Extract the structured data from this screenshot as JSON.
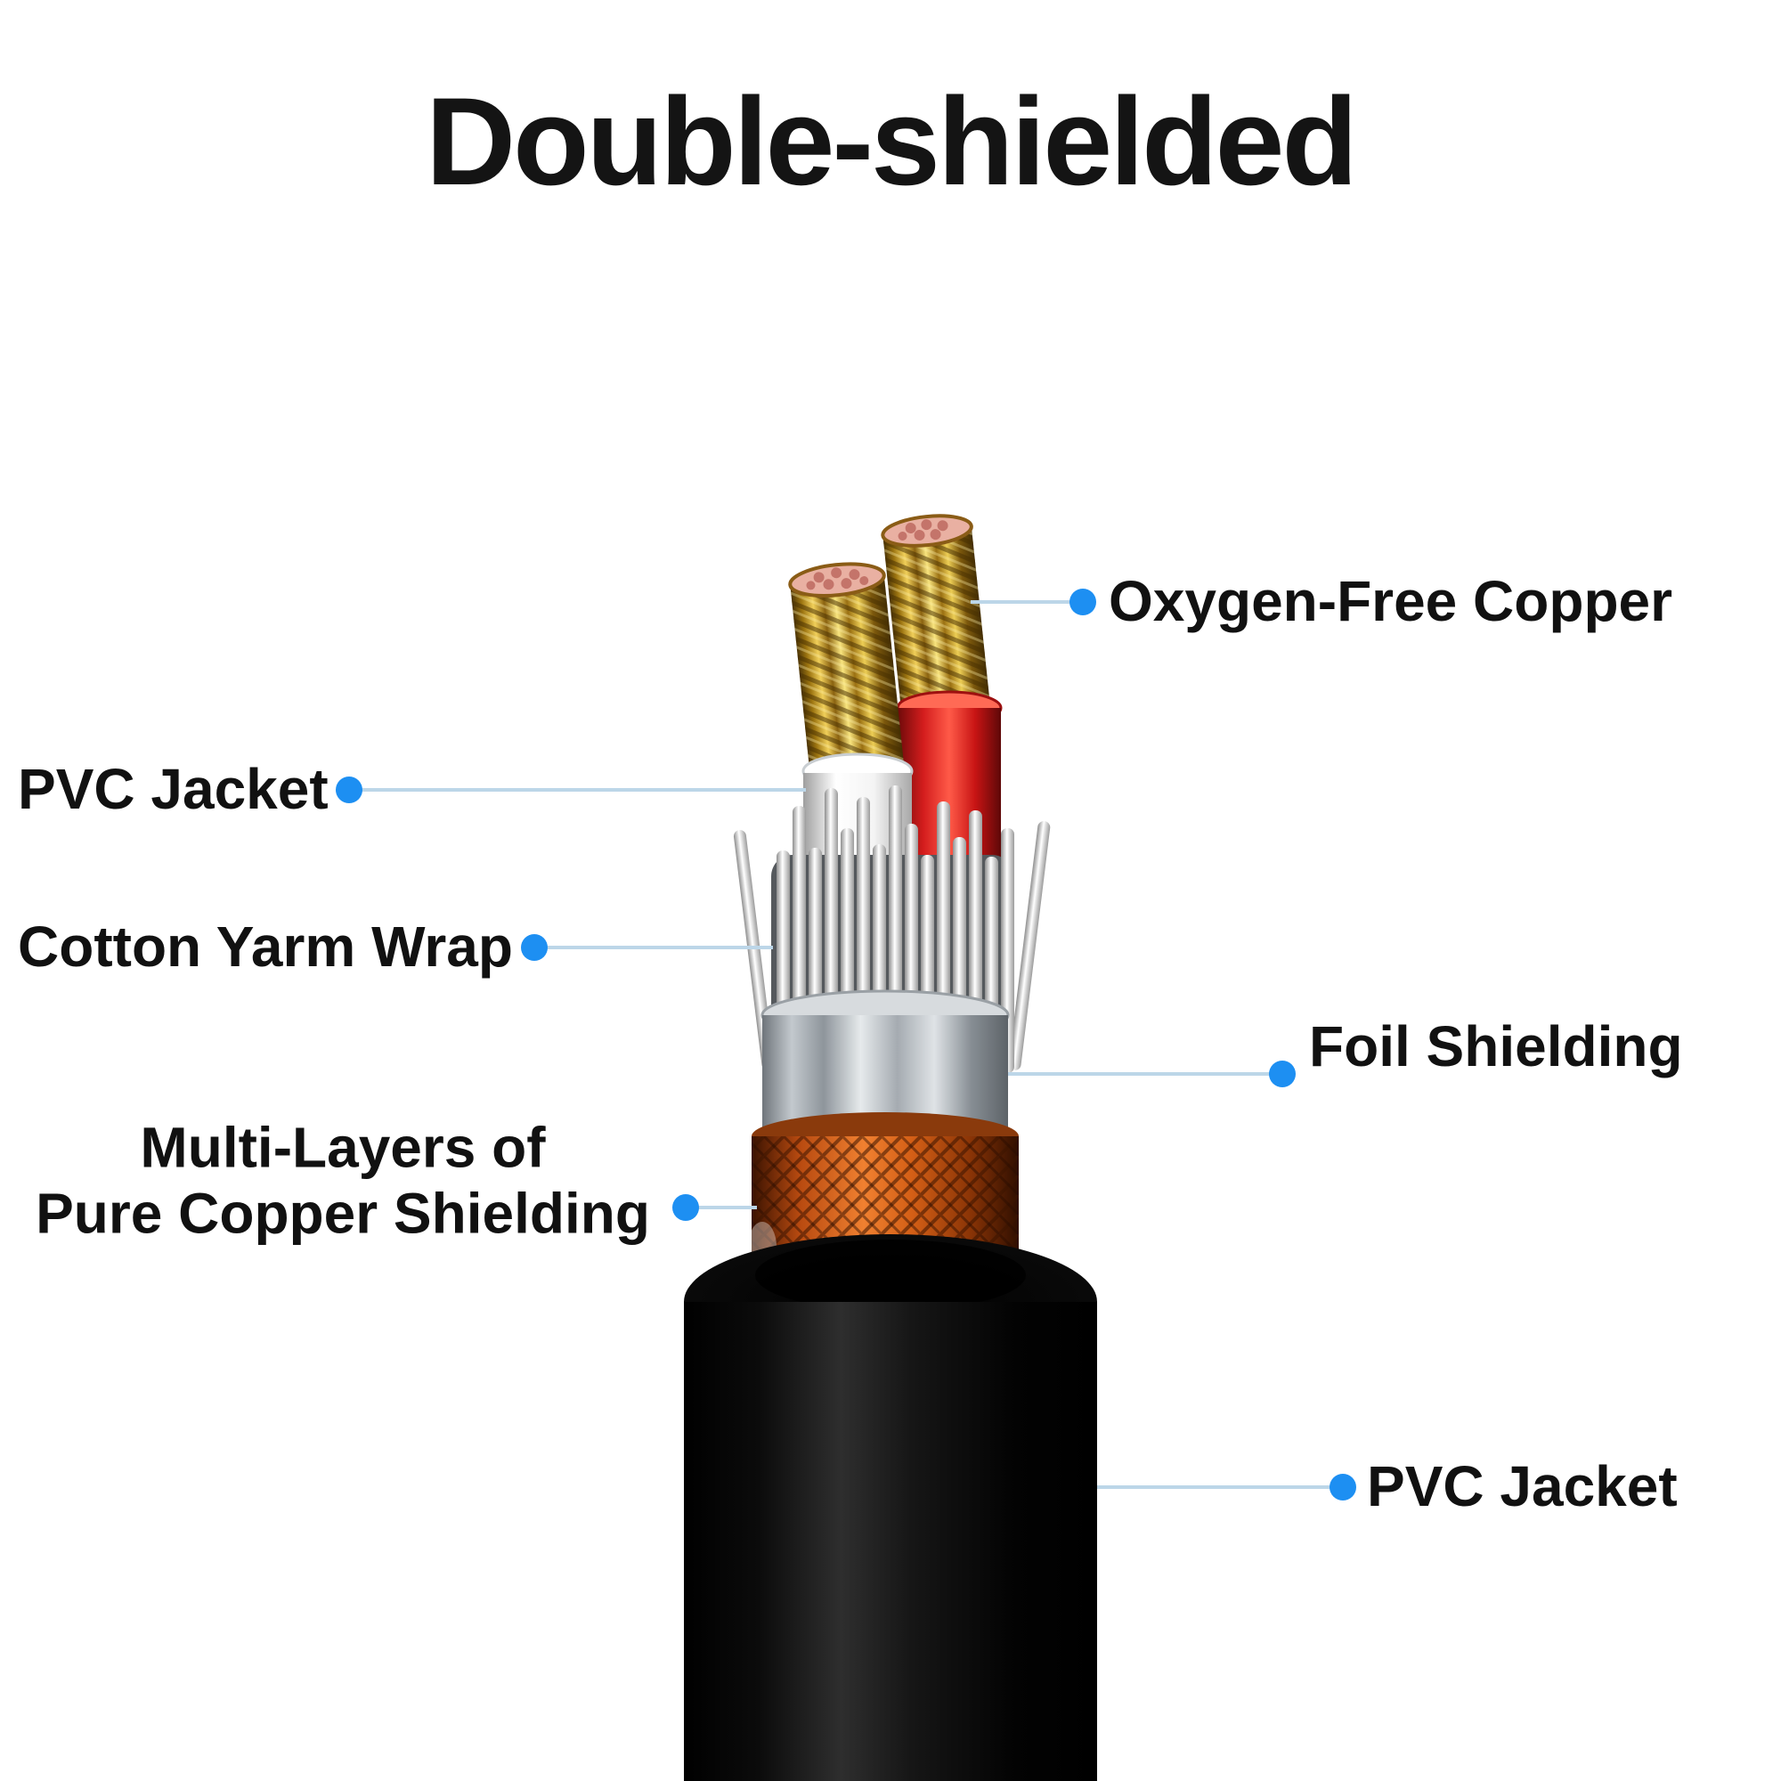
{
  "title": "Double-shielded",
  "labels": {
    "oxygen_free_copper": "Oxygen-Free Copper",
    "pvc_jacket_inner": "PVC Jacket",
    "cotton_yarn_wrap": "Cotton Yarm Wrap",
    "foil_shielding": "Foil Shielding",
    "multi_layers_line1": "Multi-Layers of",
    "multi_layers_line2": "Pure Copper Shielding",
    "pvc_jacket_outer": "PVC Jacket"
  },
  "colors": {
    "background": "#ffffff",
    "title_text": "#141414",
    "label_text": "#111111",
    "callout_dot": "#1d8ff2",
    "leader_line": "#bcd6e8",
    "copper_strands": "#d9a928",
    "red_insulation": "#d41d1d",
    "white_insulation": "#f4f4f4",
    "cotton_yarn": "#f0f0f0",
    "foil_shield": "#c3c9ce",
    "copper_shield": "#e07020",
    "outer_jacket": "#0a0a0a"
  }
}
